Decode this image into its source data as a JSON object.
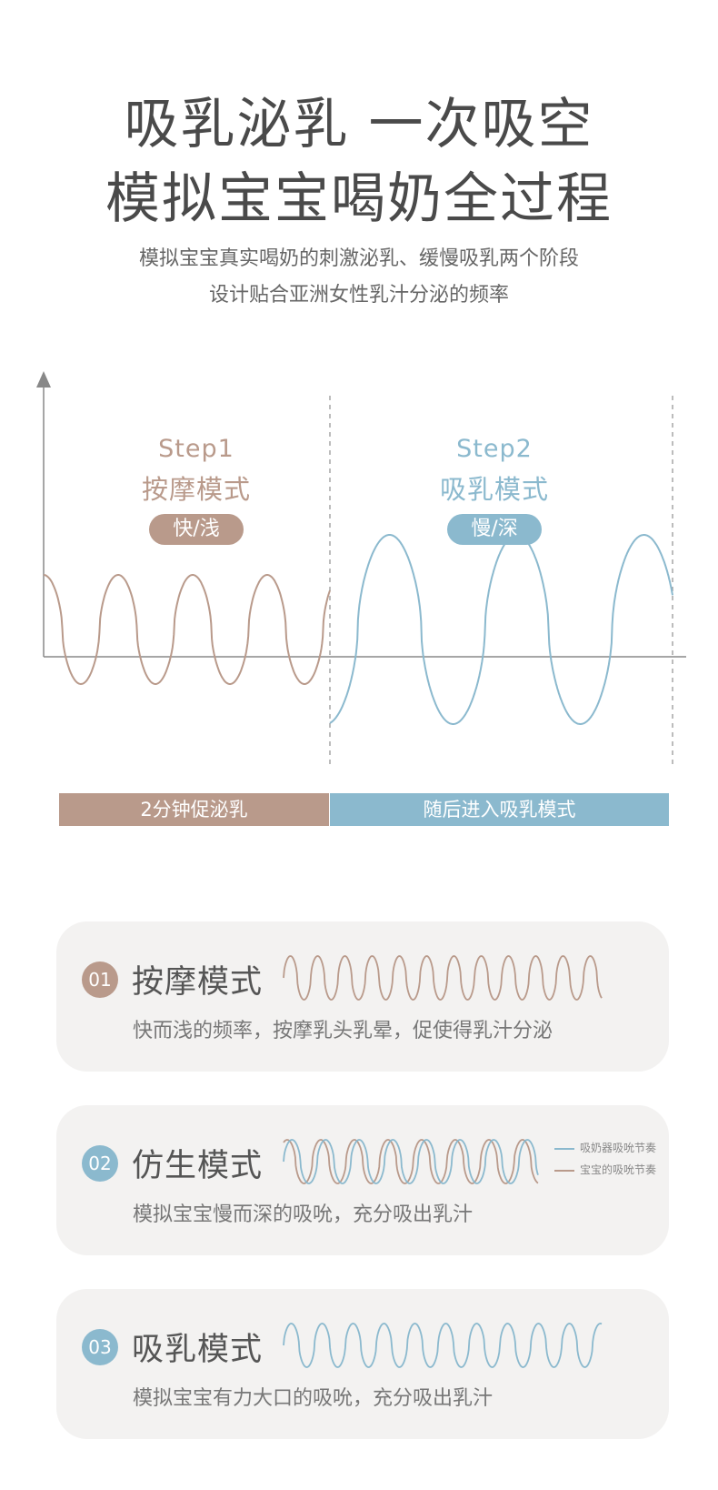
{
  "header": {
    "title_line1": "吸乳泌乳 一次吸空",
    "title_line2": "模拟宝宝喝奶全过程",
    "subtitle_line1": "模拟宝宝真实喝奶的刺激泌乳、缓慢吸乳两个阶段",
    "subtitle_line2": "设计贴合亚洲女性乳汁分泌的频率"
  },
  "stages": [
    {
      "step": "Step1",
      "mode": "按摩模式",
      "tag": "快/浅",
      "bar_label": "2分钟促泌乳"
    },
    {
      "step": "Step2",
      "mode": "吸乳模式",
      "tag": "慢/深",
      "bar_label": "随后进入吸乳模式"
    }
  ],
  "cards": [
    {
      "number": "01",
      "title": "按摩模式",
      "description": "快而浅的频率，按摩乳头乳晕，促使得乳汁分泌"
    },
    {
      "number": "02",
      "title": "仿生模式",
      "description": "模拟宝宝慢而深的吸吮，充分吸出乳汁"
    },
    {
      "number": "03",
      "title": "吸乳模式",
      "description": "模拟宝宝有力大口的吸吮，充分吸出乳汁"
    }
  ],
  "legend": {
    "pump": "吸奶器吸吮节奏",
    "baby": "宝宝的吸吮节奏"
  },
  "colors": {
    "brown": "#b99a8b",
    "blue": "#8bb9ce",
    "axis": "#888888",
    "card_bg": "#f3f2f1"
  }
}
